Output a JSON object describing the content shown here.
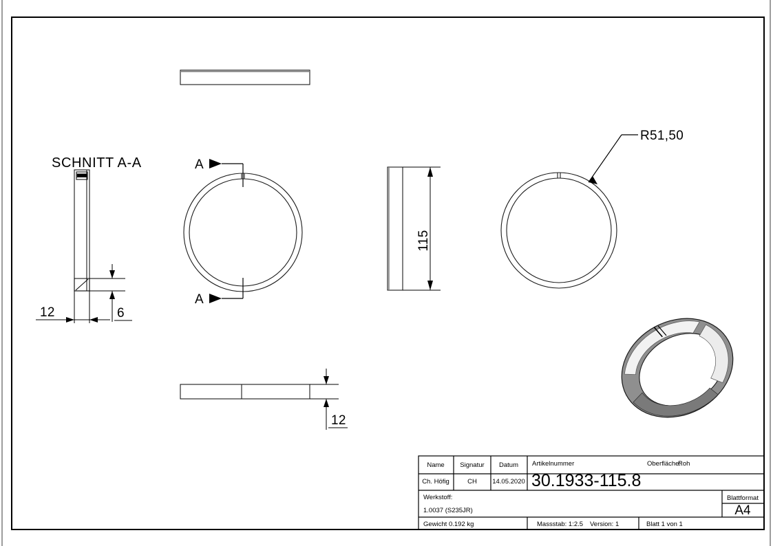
{
  "document": {
    "type": "technical-drawing",
    "sheet_format": "A4",
    "language": "de"
  },
  "views": {
    "section_label": "SCHNITT A-A",
    "section_arrow_top": "A",
    "section_arrow_bottom": "A"
  },
  "dimensions": {
    "thickness_12": "12",
    "width_6": "6",
    "height_115": "115",
    "bottom_12": "12",
    "radius": "R51,50"
  },
  "title_block": {
    "headers": {
      "name": "Name",
      "signatur": "Signatur",
      "datum": "Datum",
      "artikelnummer": "Artikelnummer",
      "oberflaeche_label": "Oberfläche:",
      "oberflaeche_value": "Roh",
      "werkstoff_label": "Werkstoff:",
      "blattformat": "Blattformat"
    },
    "values": {
      "name": "Ch. Höfig",
      "signatur": "CH",
      "datum": "14.05.2020",
      "artikelnummer": "30.1933-115.8",
      "werkstoff": "1.0037 (S235JR)",
      "blattformat": "A4",
      "gewicht": "Gewicht 0.192 kg",
      "massstab": "Massstab: 1:2.5",
      "version": "Version: 1",
      "blatt": "Blatt 1 von 1"
    }
  },
  "colors": {
    "line": "#000000",
    "frame": "#3a3a3a",
    "shade_dark": "#8c8c8c",
    "shade_mid": "#b8b8b8",
    "shade_light": "#e8e8e8",
    "background": "#ffffff"
  }
}
